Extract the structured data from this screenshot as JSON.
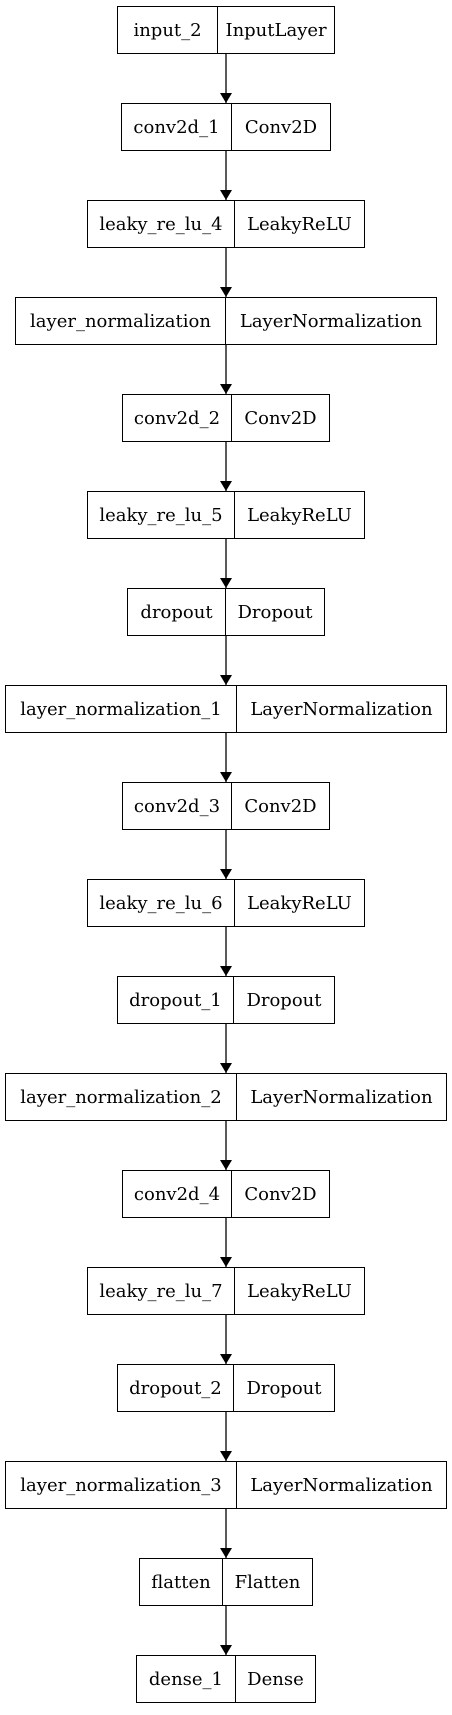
{
  "layers": [
    {
      "name": "input_2",
      "type": "InputLayer"
    },
    {
      "name": "conv2d_1",
      "type": "Conv2D"
    },
    {
      "name": "leaky_re_lu_4",
      "type": "LeakyReLU"
    },
    {
      "name": "layer_normalization",
      "type": "LayerNormalization"
    },
    {
      "name": "conv2d_2",
      "type": "Conv2D"
    },
    {
      "name": "leaky_re_lu_5",
      "type": "LeakyReLU"
    },
    {
      "name": "dropout",
      "type": "Dropout"
    },
    {
      "name": "layer_normalization_1",
      "type": "LayerNormalization"
    },
    {
      "name": "conv2d_3",
      "type": "Conv2D"
    },
    {
      "name": "leaky_re_lu_6",
      "type": "LeakyReLU"
    },
    {
      "name": "dropout_1",
      "type": "Dropout"
    },
    {
      "name": "layer_normalization_2",
      "type": "LayerNormalization"
    },
    {
      "name": "conv2d_4",
      "type": "Conv2D"
    },
    {
      "name": "leaky_re_lu_7",
      "type": "LeakyReLU"
    },
    {
      "name": "dropout_2",
      "type": "Dropout"
    },
    {
      "name": "layer_normalization_3",
      "type": "LayerNormalization"
    },
    {
      "name": "flatten",
      "type": "Flatten"
    },
    {
      "name": "dense_1",
      "type": "Dense"
    }
  ],
  "colors": {
    "stroke": "#000000",
    "background": "#ffffff"
  }
}
